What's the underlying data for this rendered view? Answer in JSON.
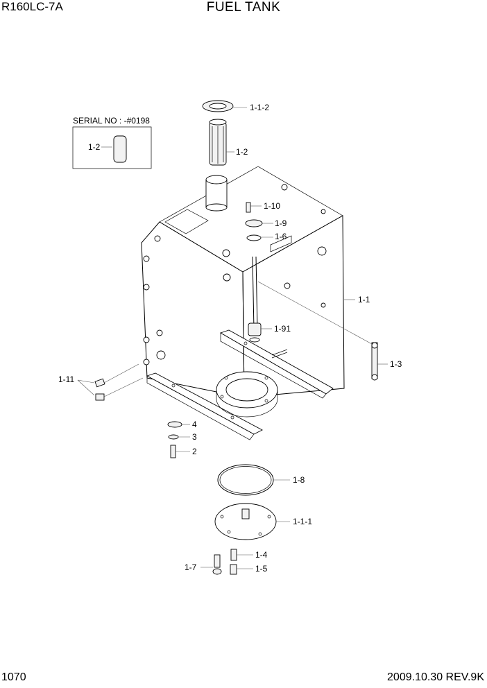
{
  "header": {
    "model": "R160LC-7A",
    "title": "FUEL TANK"
  },
  "footer": {
    "page_number": "1070",
    "revision": "2009.10.30  REV.9K"
  },
  "serial_box": {
    "label": "SERIAL NO : -#0198",
    "part": "1-2"
  },
  "callouts": {
    "c112": "1-1-2",
    "c12": "1-2",
    "c110": "1-10",
    "c19": "1-9",
    "c16": "1-6",
    "c11": "1-1",
    "c191": "1-91",
    "c13": "1-3",
    "c111": "1-11",
    "c4": "4",
    "c3": "3",
    "c2": "2",
    "c18": "1-8",
    "c1_1_1": "1-1-1",
    "c14": "1-4",
    "c17": "1-7",
    "c15": "1-5"
  }
}
